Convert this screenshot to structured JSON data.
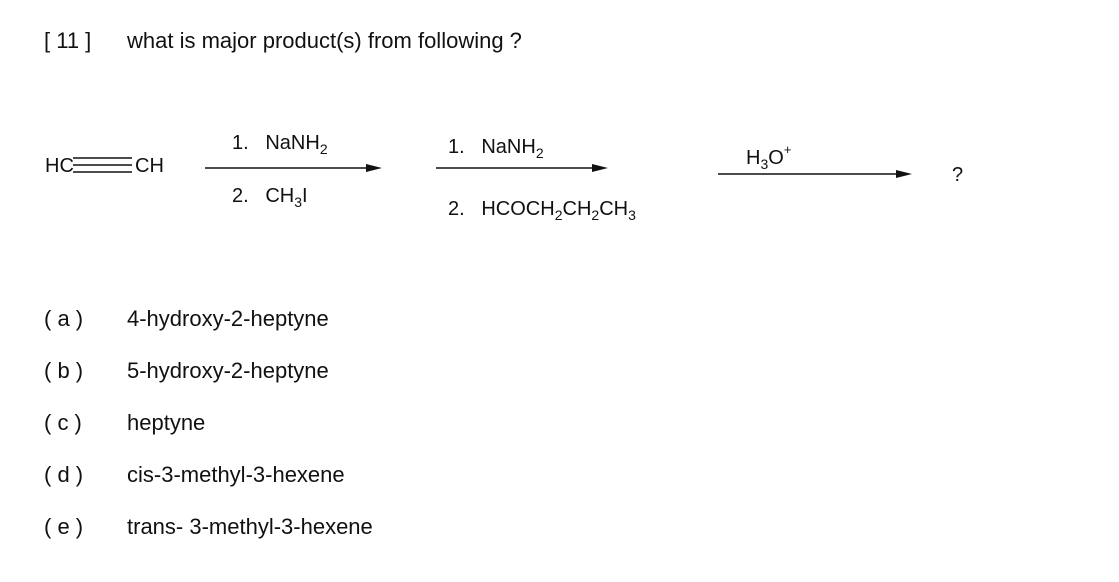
{
  "question": {
    "number": "[ 11 ]",
    "text": "what is major product(s) from following ?"
  },
  "scheme": {
    "reactant_left": "HC",
    "reactant_right": "CH",
    "step1": {
      "line1_num": "1.",
      "line1_reagent_main": "NaNH",
      "line1_reagent_sub": "2",
      "line2_num": "2.",
      "line2_reagent_main": "CH",
      "line2_reagent_sub": "3",
      "line2_reagent_tail": "I"
    },
    "step2": {
      "line1_num": "1.",
      "line1_reagent_main": "NaNH",
      "line1_reagent_sub": "2",
      "line2_num": "2.",
      "line2_part1": "HCOCH",
      "line2_sub1": "2",
      "line2_part2": "CH",
      "line2_sub2": "2",
      "line2_part3": "CH",
      "line2_sub3": "3"
    },
    "step3": {
      "main": "H",
      "sub": "3",
      "tail": "O",
      "sup": "+"
    },
    "product": "?"
  },
  "options": [
    {
      "label": "( a )",
      "text": "4-hydroxy-2-heptyne"
    },
    {
      "label": "( b )",
      "text": "5-hydroxy-2-heptyne"
    },
    {
      "label": "( c )",
      "text": "heptyne"
    },
    {
      "label": "( d )",
      "text": "cis-3-methyl-3-hexene"
    },
    {
      "label": "( e )",
      "text": "trans- 3-methyl-3-hexene"
    }
  ]
}
